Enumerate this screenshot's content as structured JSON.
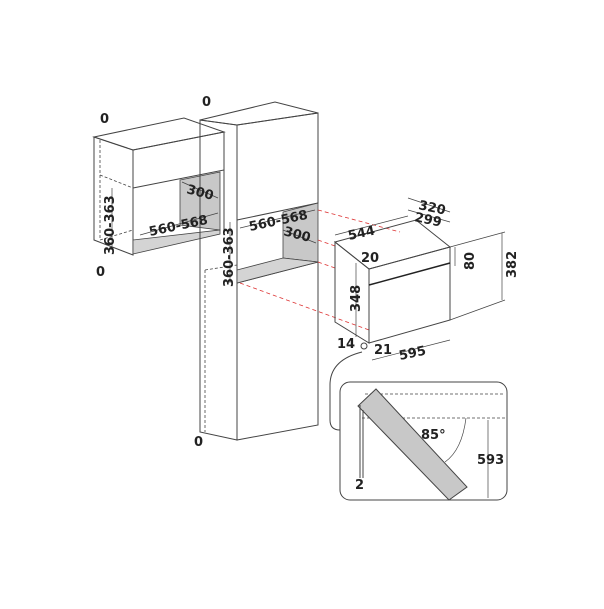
{
  "labels": {
    "wall_top_gap": "0",
    "wall_bottom_gap": "0",
    "wall_height": "360-363",
    "wall_depth": "300",
    "wall_width": "560-568",
    "tall_top_gap": "0",
    "tall_width": "560-568",
    "tall_depth": "300",
    "tall_height": "360-363",
    "tall_bottom_gap": "0",
    "oven_depth_320": "320",
    "oven_depth_299": "299",
    "oven_width_back": "544",
    "oven_offset_20": "20",
    "oven_panel_80": "80",
    "oven_height_382": "382",
    "oven_body_348": "348",
    "oven_offset_14": "14",
    "oven_offset_21": "21",
    "oven_width": "595",
    "door_angle": "85°",
    "door_height": "593",
    "door_gap": "2"
  },
  "colors": {
    "line": "#444444",
    "panel": "#c8c8c8",
    "guide": "#dd3333"
  }
}
